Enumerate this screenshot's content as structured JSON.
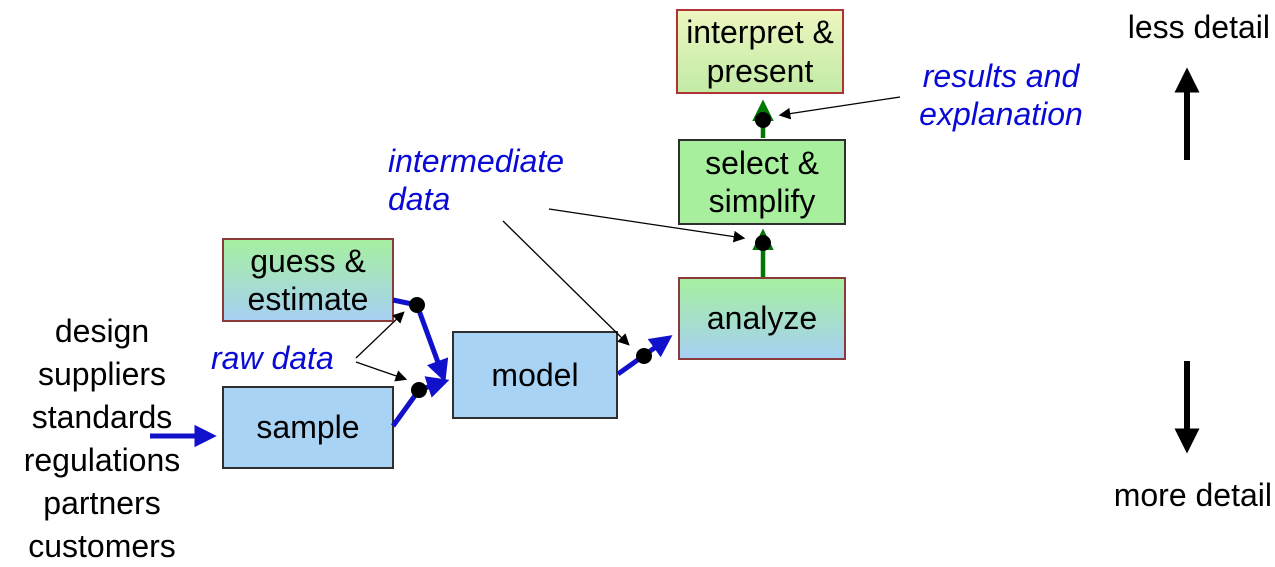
{
  "diagram": {
    "boxes": {
      "guess_estimate": {
        "label": "guess &\nestimate"
      },
      "sample": {
        "label": "sample"
      },
      "model": {
        "label": "model"
      },
      "analyze": {
        "label": "analyze"
      },
      "select_simplify": {
        "label": "select &\nsimplify"
      },
      "interpret_present": {
        "label": "interpret &\npresent"
      }
    },
    "inputs": [
      "design",
      "suppliers",
      "standards",
      "regulations",
      "partners",
      "customers"
    ],
    "annotations": {
      "raw_data": "raw data",
      "intermediate_data": "intermediate\ndata",
      "results_explanation": "results and\nexplanation"
    },
    "axis": {
      "less_detail": "less detail",
      "more_detail": "more detail"
    },
    "colors": {
      "arrow_blue": "#1111cc",
      "arrow_green": "#007700",
      "label_blue": "#0a0ad6",
      "pointer_black": "#000000",
      "dot_black": "#000000",
      "box_blue": "#a9d3f5",
      "box_green": "#a7ef9d",
      "box_gradient_top": "#a6efa0",
      "box_gradient_bottom": "#a6d0f2",
      "interpret_top": "#edf6c0",
      "interpret_bottom": "#c2eba6",
      "border_red": "#b03333",
      "border_dark": "#2f2f2f"
    }
  }
}
